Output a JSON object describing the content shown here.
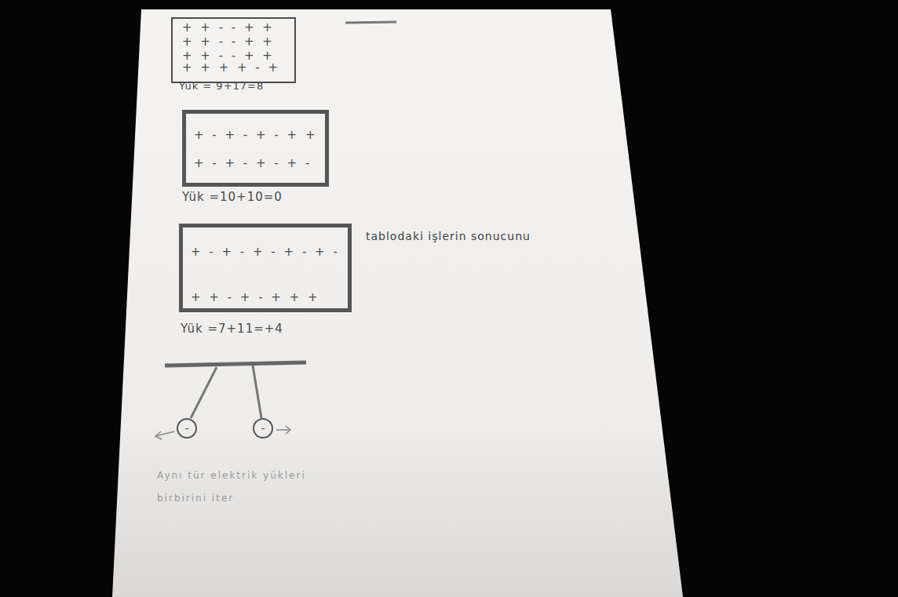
{
  "diagram": {
    "nodes": [
      {
        "text": [
          "+ + - - + +",
          "+ + - - + +",
          "+ + - - + +",
          "+ + + + - +"
        ]
      },
      {
        "text": [
          "+ - + - + - + +",
          "+ - + - + - + -"
        ]
      },
      {
        "text": [
          "+ - + - + - + - + -",
          "+ + - + - + + +"
        ]
      },
      {
        "text": [
          "-"
        ]
      },
      {
        "text": [
          "-"
        ]
      }
    ],
    "labels": [
      "Yük = 9+17=8",
      "Yük =10+10=0",
      "Yük =7+11=+4",
      "tablodaki işlerin sonucunu",
      "Aynı tür elektrik yükleri birbirini iter"
    ]
  }
}
